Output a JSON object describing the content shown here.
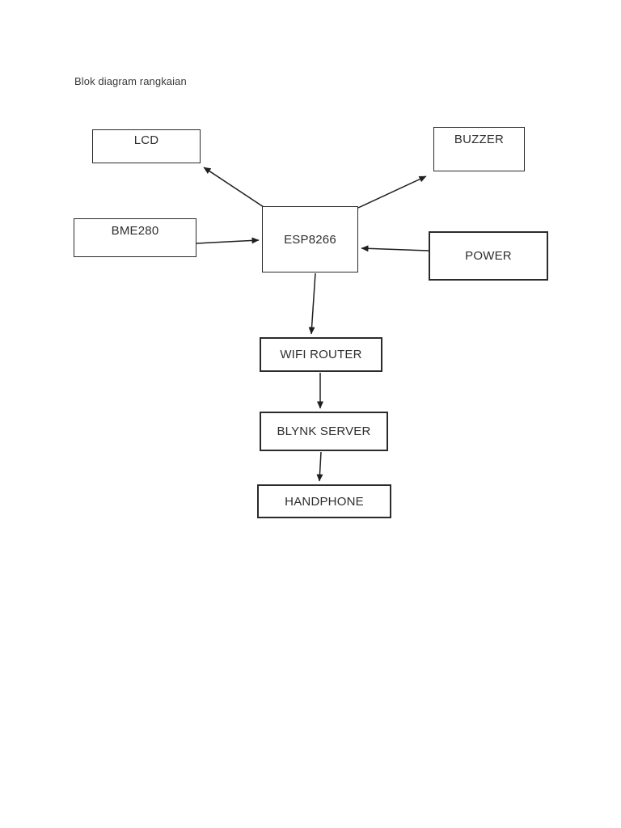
{
  "page": {
    "title": "Blok diagram rangkaian",
    "background": "#ffffff"
  },
  "diagram": {
    "line_color": "#1f1f1f",
    "border_color": "#2b2b2b",
    "nodes": [
      {
        "id": "lcd",
        "label": "LCD"
      },
      {
        "id": "buzzer",
        "label": "BUZZER"
      },
      {
        "id": "bme280",
        "label": "BME280"
      },
      {
        "id": "esp8266",
        "label": "ESP8266"
      },
      {
        "id": "power",
        "label": "POWER"
      },
      {
        "id": "wifi-router",
        "label": "WIFI ROUTER"
      },
      {
        "id": "blynk-server",
        "label": "BLYNK SERVER"
      },
      {
        "id": "handphone",
        "label": "HANDPHONE"
      }
    ],
    "edges": [
      {
        "from": "esp8266",
        "to": "lcd"
      },
      {
        "from": "esp8266",
        "to": "buzzer"
      },
      {
        "from": "bme280",
        "to": "esp8266"
      },
      {
        "from": "power",
        "to": "esp8266"
      },
      {
        "from": "esp8266",
        "to": "wifi-router"
      },
      {
        "from": "wifi-router",
        "to": "blynk-server"
      },
      {
        "from": "blynk-server",
        "to": "handphone"
      }
    ]
  }
}
